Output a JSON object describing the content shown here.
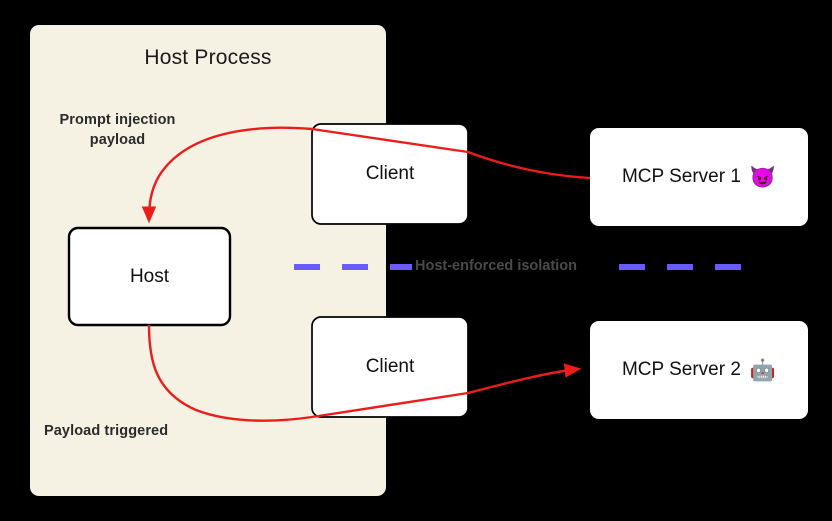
{
  "diagram": {
    "title": "MCP host-enforced isolation prompt injection flow",
    "background_color": "#000000",
    "container": {
      "label": "Host Process",
      "fill": "#F5F2E3"
    },
    "nodes": {
      "host": {
        "label": "Host"
      },
      "client_top": {
        "label": "Client"
      },
      "client_bottom": {
        "label": "Client"
      },
      "server_1": {
        "label": "MCP Server 1",
        "emoji": "😈",
        "emoji_name": "smiling-face-with-horns-emoji"
      },
      "server_2": {
        "label": "MCP Server 2",
        "emoji": "🤖",
        "emoji_name": "robot-face-emoji"
      }
    },
    "annotations": {
      "injection": "Prompt injection payload",
      "injection_line_1": "Prompt injection",
      "injection_line_2": "payload",
      "triggered": "Payload triggered",
      "isolation": "Host-enforced isolation"
    },
    "colors": {
      "arrow": "#EE1B1B",
      "isolation_dash": "#6A5CFA",
      "container_fill": "#F5F2E3",
      "node_fill": "#FFFFFF",
      "node_stroke": "#000000",
      "text": "#111111",
      "annotation_text": "#2b2b2b",
      "isolation_text": "#4a4a4a"
    }
  }
}
